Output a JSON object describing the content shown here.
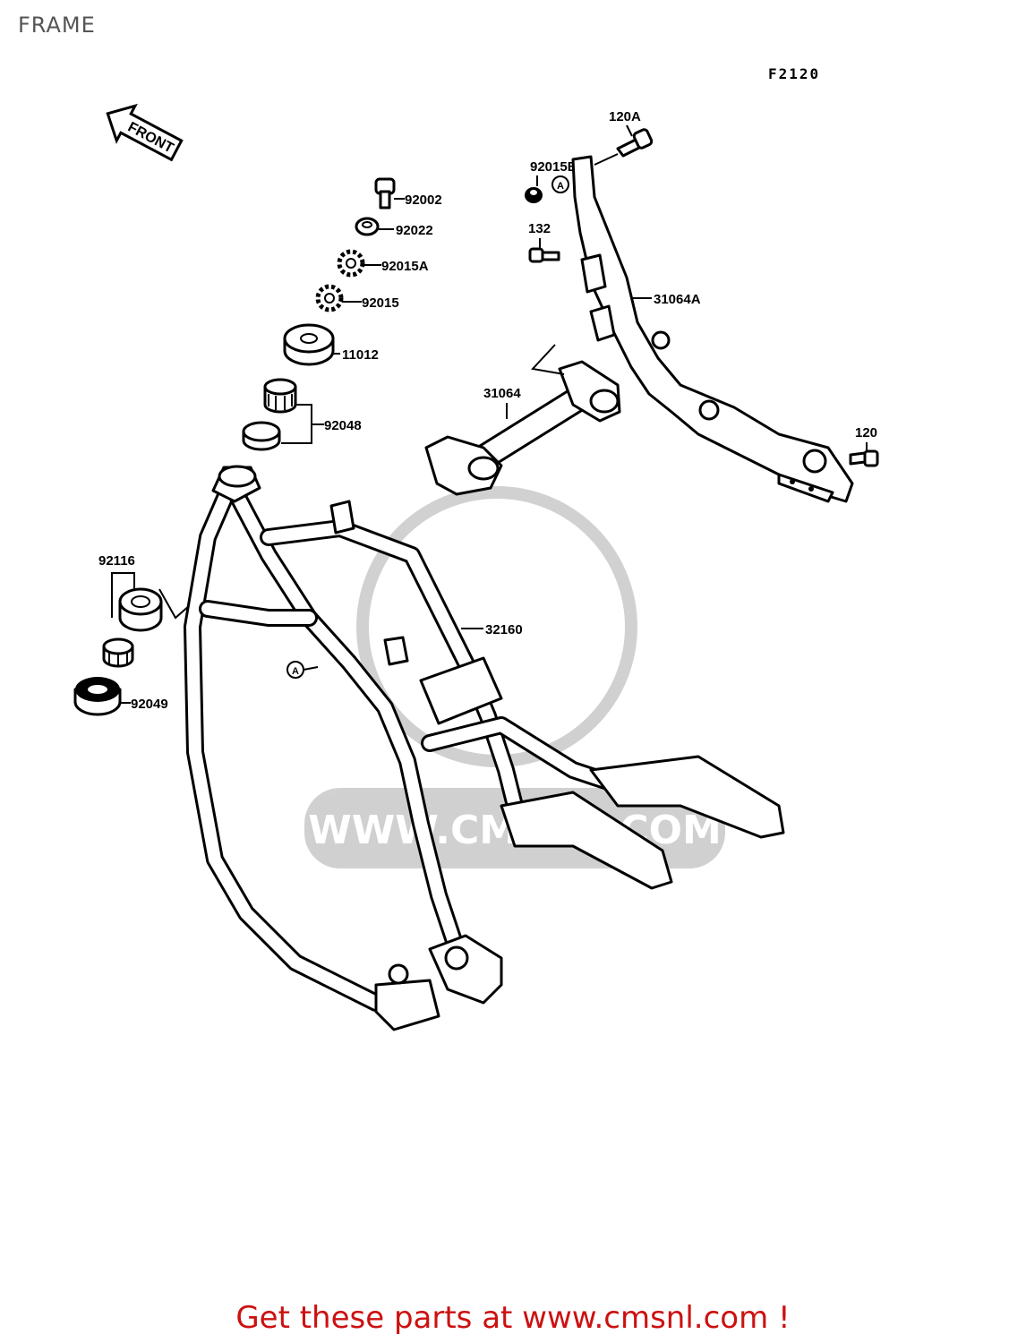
{
  "page": {
    "title": "FRAME",
    "cta": "Get these parts at www.cmsnl.com !"
  },
  "diagram": {
    "code": "F2120",
    "front_label": "FRONT",
    "ref_marker": "A",
    "watermark": "WWW.CMSNL.COM",
    "parts": {
      "p120A": "120A",
      "p92015B": "92015B",
      "p92002": "92002",
      "p92022": "92022",
      "p132": "132",
      "p92015A": "92015A",
      "p31064A": "31064A",
      "p92015": "92015",
      "p11012": "11012",
      "p31064": "31064",
      "p92048": "92048",
      "p120": "120",
      "p92116": "92116",
      "p32160": "32160",
      "p92049": "92049"
    }
  }
}
